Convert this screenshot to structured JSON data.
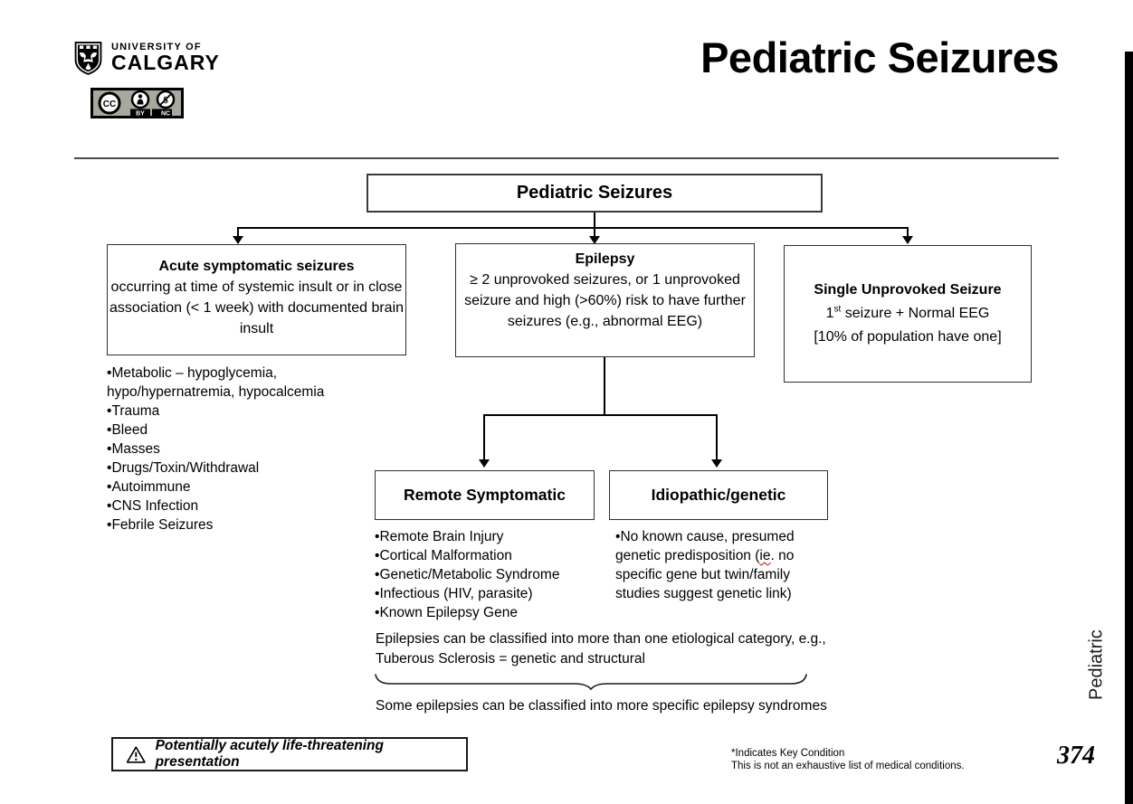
{
  "header": {
    "title": "Pediatric Seizures",
    "logo": {
      "line1": "UNIVERSITY OF",
      "line2": "CALGARY"
    },
    "license": {
      "label_by": "BY",
      "label_nc": "NC",
      "cc_text": "CC",
      "badge_bg": "#a9a89e"
    }
  },
  "flowchart": {
    "root": {
      "title": "Pediatric Seizures"
    },
    "acute": {
      "title": "Acute symptomatic seizures",
      "body": "occurring at time of systemic insult or in close association (< 1 week) with documented brain insult",
      "bullets": [
        "Metabolic – hypoglycemia, hypo/hypernatremia, hypocalcemia",
        "Trauma",
        "Bleed",
        "Masses",
        "Drugs/Toxin/Withdrawal",
        "Autoimmune",
        "CNS Infection",
        "Febrile Seizures"
      ]
    },
    "epilepsy": {
      "title": "Epilepsy",
      "body": "≥ 2 unprovoked seizures, or 1 unprovoked seizure and high (>60%) risk to have further seizures (e.g., abnormal EEG)"
    },
    "single": {
      "title": "Single Unprovoked Seizure",
      "line2_num": "1",
      "line2_sup": "st",
      "line2_rest": " seizure + Normal EEG",
      "line3": "[10% of population have one]"
    },
    "remote": {
      "title": "Remote Symptomatic",
      "bullets": [
        "Remote Brain Injury",
        "Cortical Malformation",
        "Genetic/Metabolic Syndrome",
        "Infectious (HIV, parasite)",
        "Known Epilepsy Gene"
      ]
    },
    "idiopathic": {
      "title": "Idiopathic/genetic",
      "bullet_pre": "No known cause, presumed genetic predisposition (",
      "bullet_squiggle": "ie",
      "bullet_post": ". no specific gene but twin/family studies suggest genetic link)"
    },
    "notes": {
      "etiology": "Epilepsies can be classified into more than one etiological category, e.g., Tuberous Sclerosis = genetic and structural",
      "syndromes": "Some epilepsies can be classified into more specific epilepsy syndromes"
    }
  },
  "footer": {
    "warning": "Potentially acutely life-threatening presentation",
    "footnote_line1": "*Indicates Key Condition",
    "footnote_line2": "This is not an exhaustive list of medical conditions.",
    "page_number": "374",
    "side_tab": "Pediatric"
  },
  "colors": {
    "ink": "#000000",
    "rule": "#4d4d4d",
    "badge_bg": "#a9a89e",
    "squiggle_red": "#c00000"
  }
}
